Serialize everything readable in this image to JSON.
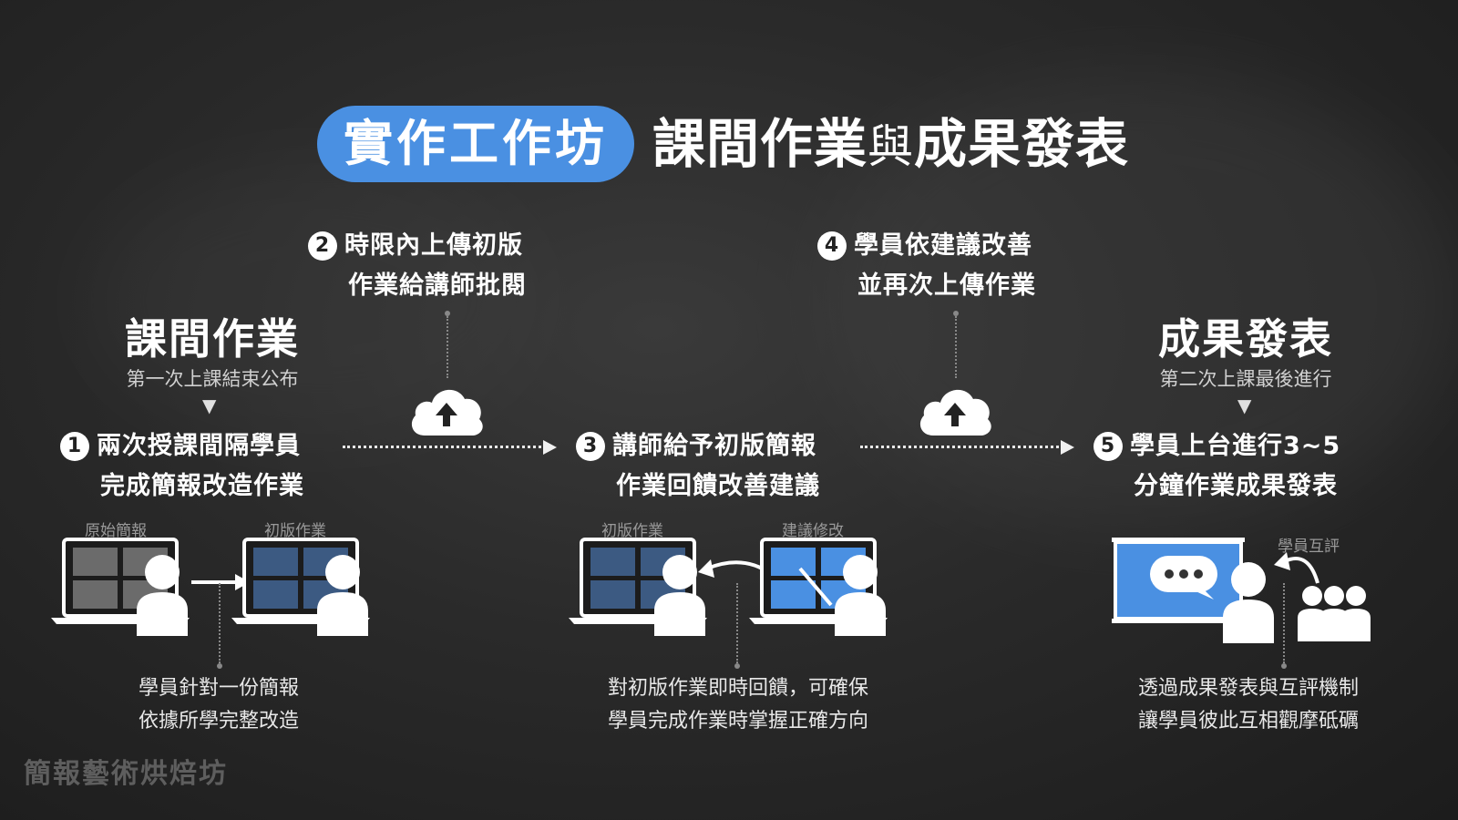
{
  "title": {
    "badge": "實作工作坊",
    "main": "課間作業",
    "conjunction": "與",
    "main2": "成果發表"
  },
  "sections": {
    "homework": {
      "title": "課間作業",
      "subtitle": "第一次上課結束公布"
    },
    "presentation": {
      "title": "成果發表",
      "subtitle": "第二次上課最後進行"
    }
  },
  "steps": [
    {
      "num": "1",
      "line1": "兩次授課間隔學員",
      "line2": "完成簡報改造作業"
    },
    {
      "num": "2",
      "line1": "時限內上傳初版",
      "line2": "作業給講師批閱"
    },
    {
      "num": "3",
      "line1": "講師給予初版簡報",
      "line2": "作業回饋改善建議"
    },
    {
      "num": "4",
      "line1": "學員依建議改善",
      "line2": "並再次上傳作業"
    },
    {
      "num": "5",
      "line1": "學員上台進行3~5",
      "line2": "分鐘作業成果發表"
    }
  ],
  "captions": {
    "original": "原始簡報",
    "draft1": "初版作業",
    "draft2": "初版作業",
    "suggest": "建議修改",
    "peer": "學員互評"
  },
  "notes": [
    {
      "line1": "學員針對一份簡報",
      "line2": "依據所學完整改造"
    },
    {
      "line1": "對初版作業即時回饋，可確保",
      "line2": "學員完成作業時掌握正確方向"
    },
    {
      "line1": "透過成果發表與互評機制",
      "line2": "讓學員彼此互相觀摩砥礪"
    }
  ],
  "footer": "簡報藝術烘焙坊",
  "colors": {
    "accent": "#4a90e2",
    "slate": "#3c5a82",
    "gray_slide": "#6b6b6b",
    "background": "#2a2a2a"
  },
  "icons": [
    "cloud-upload-icon",
    "laptop-icon",
    "person-icon",
    "arrow-right-icon",
    "curved-arrow-icon",
    "projector-screen-icon",
    "speech-bubble-icon",
    "audience-icon",
    "pointer-icon"
  ]
}
